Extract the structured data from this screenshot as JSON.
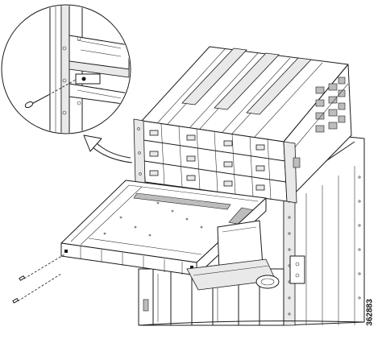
{
  "figure": {
    "id_label": "362883",
    "brand_text": "",
    "parts": {
      "callout": "detail-callout-circle",
      "arrow": "callout-arrow",
      "card_cage": "card-cage-chassis",
      "shelf": "extension-shelf",
      "rack": "equipment-rack",
      "screws": "mounting-screws"
    }
  }
}
